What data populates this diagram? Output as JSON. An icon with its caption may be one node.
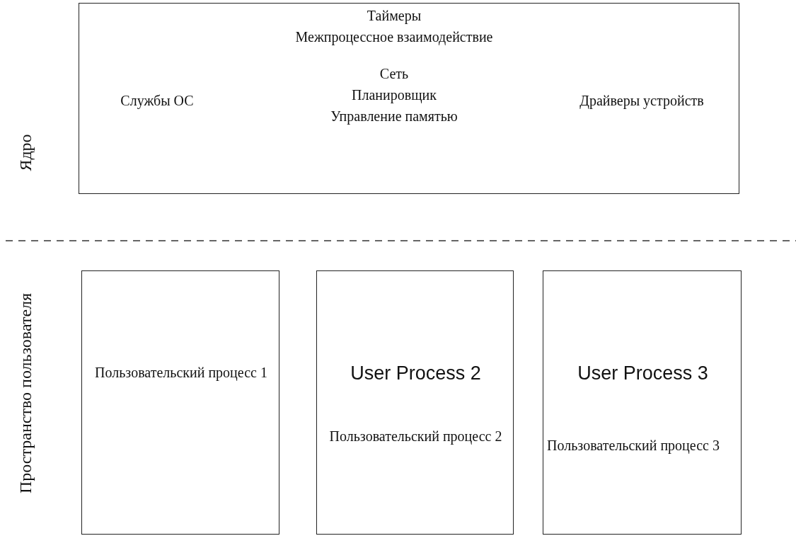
{
  "diagram": {
    "nodes": [
      {
        "text": [
          "Службы ОС",
          "Таймеры",
          "Межпроцессное взаимодействие",
          "Сеть",
          "Планировщик",
          "Управление памятью",
          "Драйверы устройств"
        ]
      },
      {
        "text": [
          "Пользовательский процесс 1"
        ]
      },
      {
        "text": [
          "User Process 2",
          "Пользовательский процесс 2"
        ]
      },
      {
        "text": [
          "User Process 3",
          "Пользовательский процесс 3"
        ]
      }
    ],
    "labels": [
      "Ядро",
      "Пространство пользователя"
    ]
  }
}
